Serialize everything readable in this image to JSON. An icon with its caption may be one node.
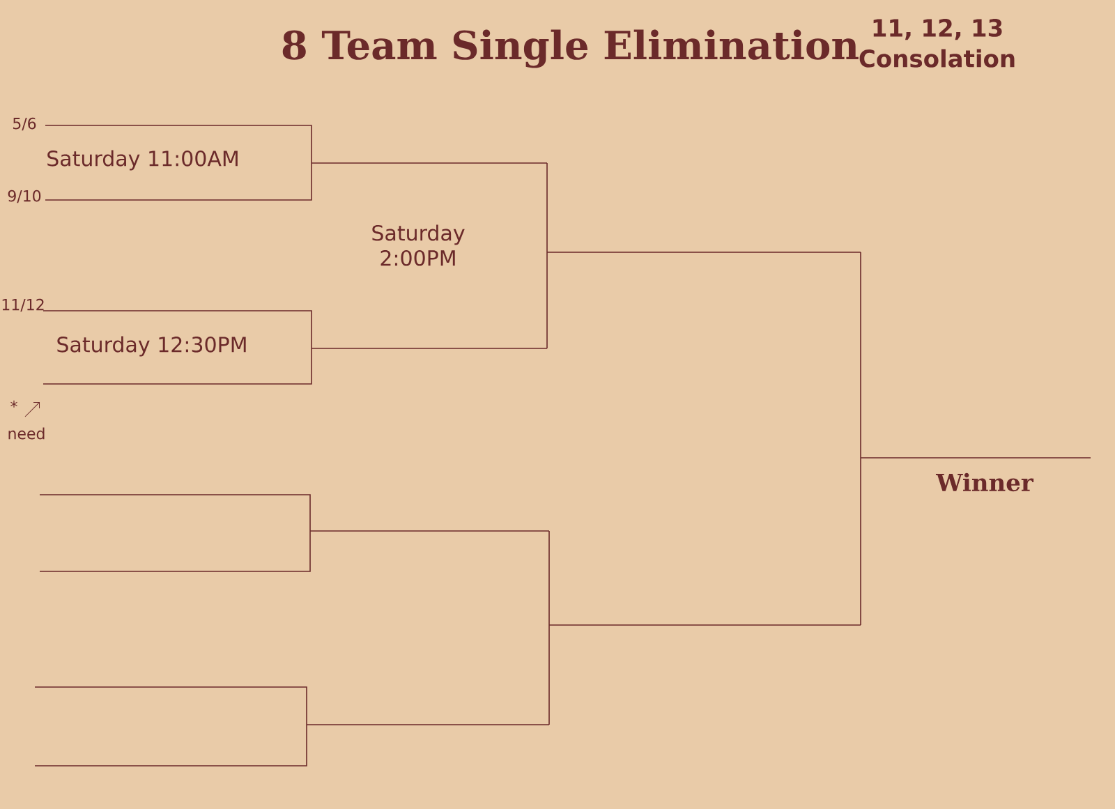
{
  "diagram": {
    "title": "8 Team Single Elimination",
    "labels": [
      "11, 12, 13 Consolation",
      "5/6",
      "Saturday 11:00AM",
      "9/10",
      "Saturday 2:00PM",
      "11/12",
      "Saturday 12:30PM",
      "*",
      "need",
      "Winner"
    ]
  }
}
